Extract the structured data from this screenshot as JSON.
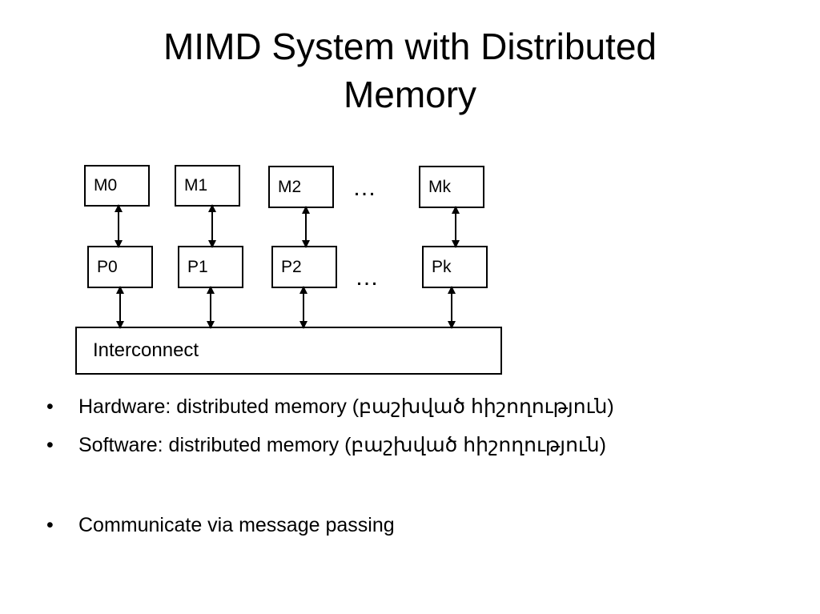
{
  "slide": {
    "title_line1": "MIMD System with Distributed",
    "title_line2": "Memory"
  },
  "diagram": {
    "memories": [
      "M0",
      "M1",
      "M2",
      "Mk"
    ],
    "processors": [
      "P0",
      "P1",
      "P2",
      "Pk"
    ],
    "ellipsis": "…",
    "interconnect": "Interconnect"
  },
  "bullets": [
    "Hardware: distributed memory (բաշխված  հիշողություն)",
    "Software: distributed memory (բաշխված  հիշողություն)",
    "Communicate via message passing"
  ],
  "bullet_glyph": "•"
}
